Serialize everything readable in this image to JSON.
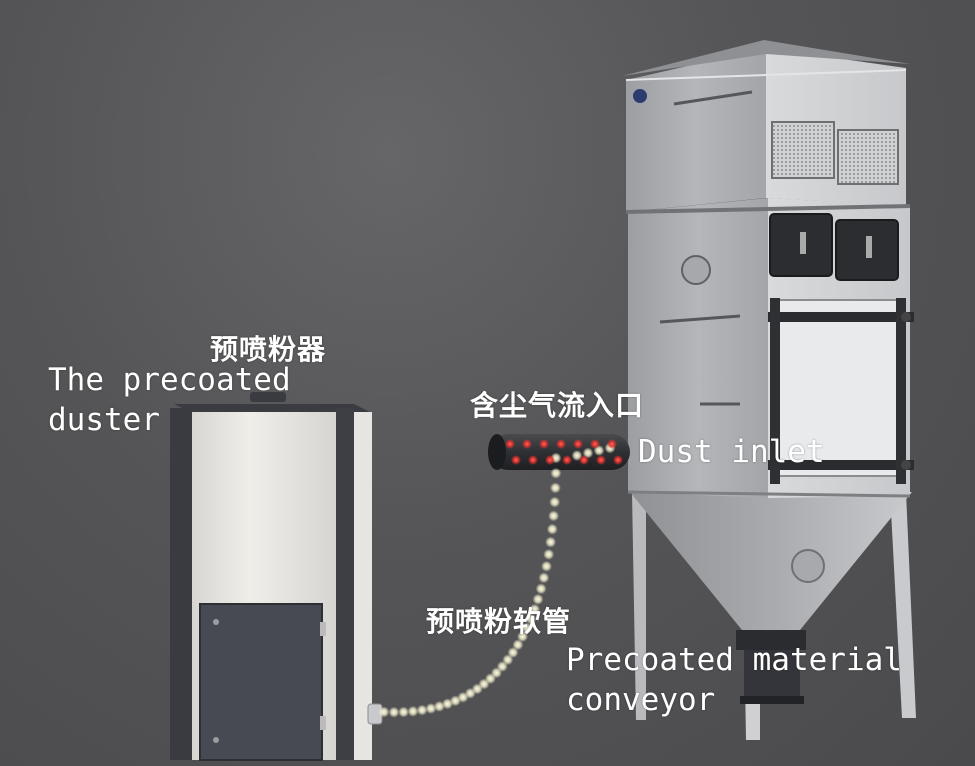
{
  "labels": {
    "duster_cn": "预喷粉器",
    "duster_en": "The precoated\nduster",
    "inlet_cn": "含尘气流入口",
    "inlet_en": "Dust inlet",
    "hose_cn": "预喷粉软管",
    "hose_en": "Precoated material\nconveyor"
  },
  "colors": {
    "background": "#555557",
    "label": "#ffffff",
    "led_red": "#e8322e",
    "led_white": "#f4f1d0"
  }
}
